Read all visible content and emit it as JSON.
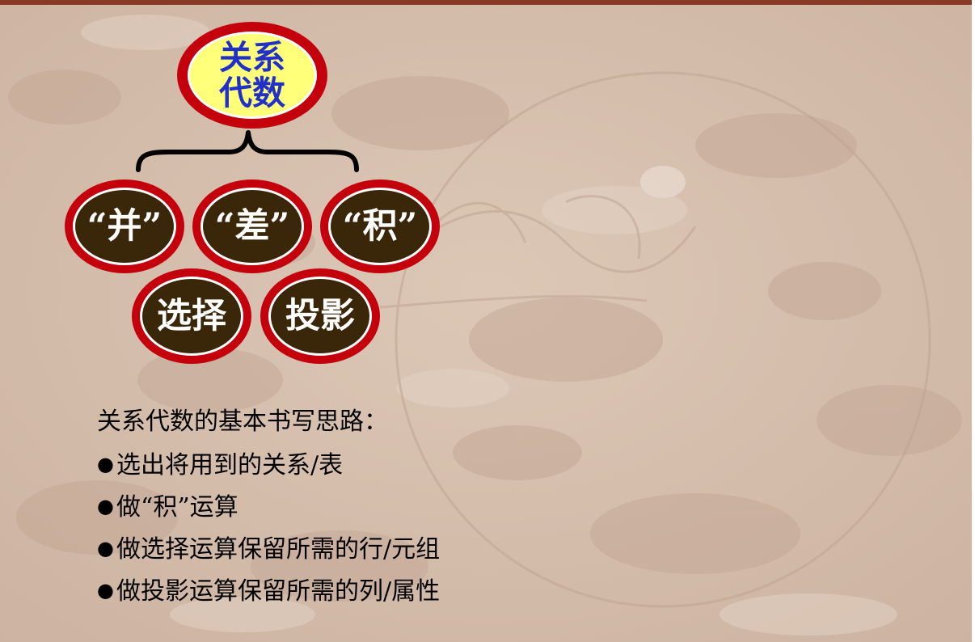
{
  "diagram": {
    "root": "关系\n代数",
    "operations": [
      "“并”",
      "“差”",
      "“积”",
      "选择",
      "投影"
    ]
  },
  "content": {
    "heading": "关系代数的基本书写思路：",
    "bullet_symbol": "●",
    "bullets": [
      "选出将用到的关系/表",
      "做“积”运算",
      "做选择运算保留所需的行/元组",
      "做投影运算保留所需的列/属性"
    ]
  },
  "colors": {
    "oval_ring": "#c3000c",
    "root_fill": "#ffff7a",
    "root_text": "#2030c8",
    "op_fill": "#3a2608",
    "op_text": "#ffffff",
    "top_bar": "#8a3a22"
  }
}
